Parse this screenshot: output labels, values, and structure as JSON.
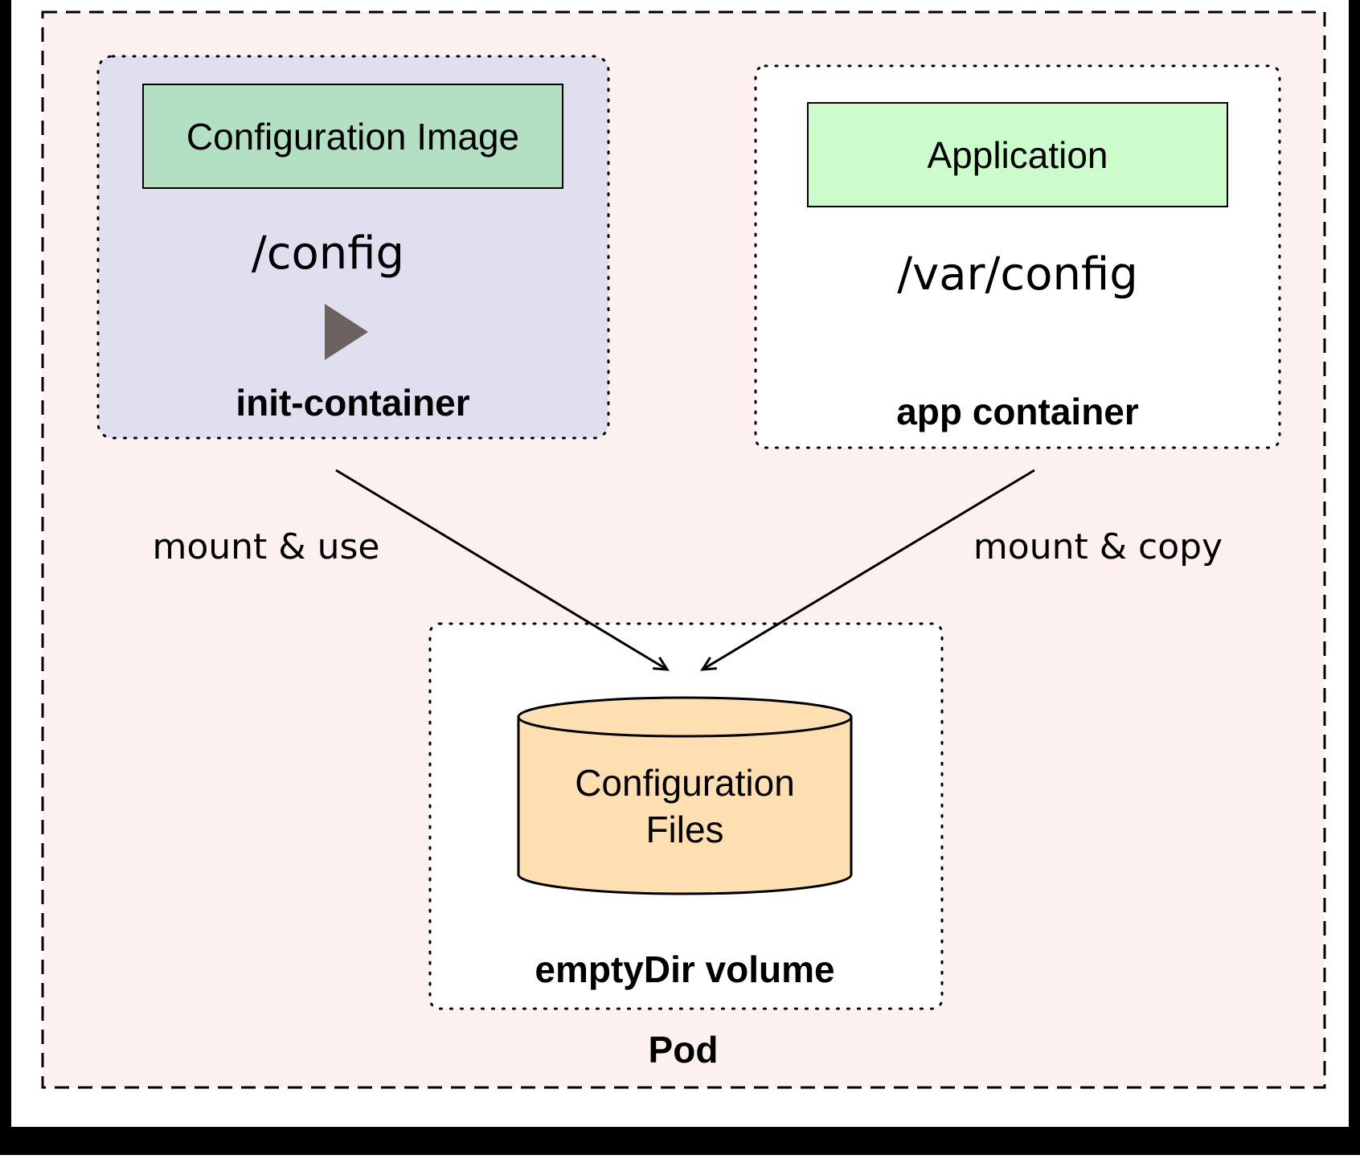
{
  "pod": {
    "label": "Pod",
    "fill": "#fdf1f0"
  },
  "init_container": {
    "label": "init-container",
    "fill": "#dfdff0",
    "image_label": "Configuration Image",
    "image_fill": "#b3dfc2",
    "path": "/config",
    "icon": "play-triangle-icon",
    "icon_color": "#6b615f"
  },
  "app_container": {
    "label": "app container",
    "fill": "#ffffff",
    "image_label": "Application",
    "image_fill": "#ccfccc",
    "path": "/var/config"
  },
  "volume": {
    "label": "emptyDir volume",
    "fill": "#ffffff",
    "cylinder_line1": "Configuration",
    "cylinder_line2": "Files",
    "cylinder_fill": "#fedfb1"
  },
  "edges": {
    "left_label": "mount & use",
    "right_label": "mount & copy"
  }
}
